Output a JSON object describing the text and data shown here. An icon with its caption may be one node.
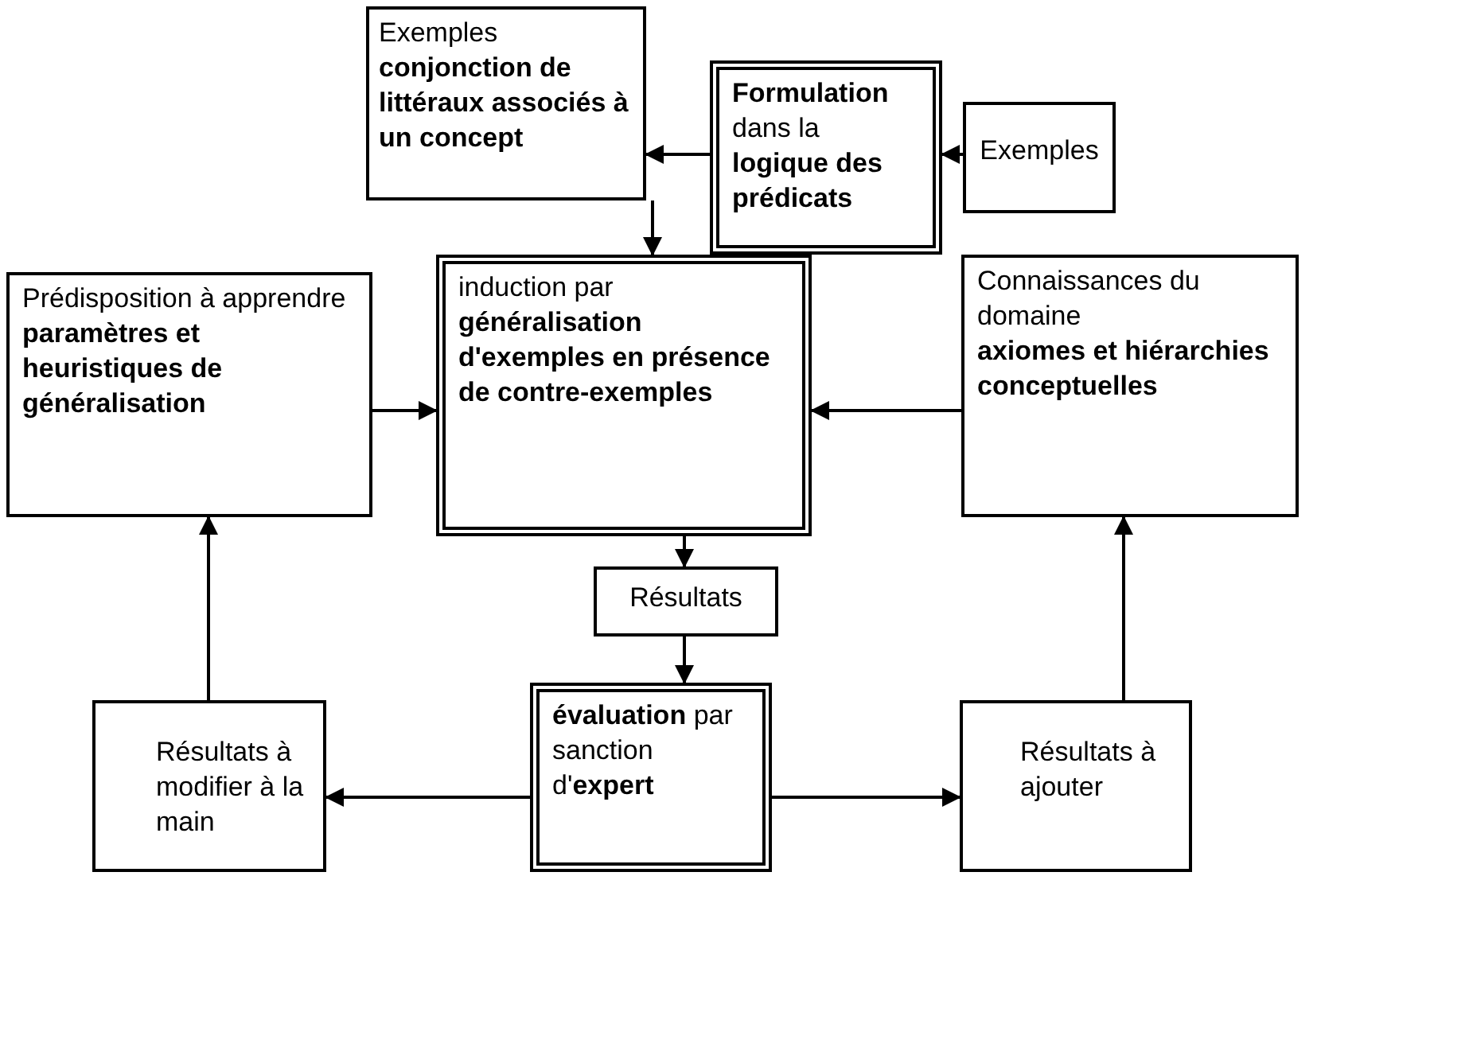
{
  "diagram": {
    "nodes": [
      {
        "text": [
          "Exemples",
          "conjonction de littéraux associés à un concept"
        ]
      },
      {
        "text": [
          "**Formulation** dans la **logique des prédicats**"
        ]
      },
      {
        "text": [
          "Exemples"
        ]
      },
      {
        "text": [
          "Prédisposition à apprendre",
          "paramètres et heuristiques de généralisation"
        ]
      },
      {
        "text": [
          "induction par **généralisation d'exemples en présence de contre-exemples**"
        ]
      },
      {
        "text": [
          "Connaissances du domaine",
          "axiomes et hiérarchies conceptuelles"
        ]
      },
      {
        "text": [
          "Résultats"
        ]
      },
      {
        "text": [
          "**évaluation** par sanction d'**expert**"
        ]
      },
      {
        "text": [
          "Résultats à modifier à la main"
        ]
      },
      {
        "text": [
          "Résultats à ajouter"
        ]
      }
    ],
    "edges": [
      {
        "from": 1,
        "to": 0,
        "arrow": "to"
      },
      {
        "from": 2,
        "to": 1,
        "arrow": "to"
      },
      {
        "from": 0,
        "to": 4,
        "arrow": "to"
      },
      {
        "from": 3,
        "to": 4,
        "arrow": "to"
      },
      {
        "from": 5,
        "to": 4,
        "arrow": "to"
      },
      {
        "from": 4,
        "to": 6,
        "arrow": "to"
      },
      {
        "from": 6,
        "to": 7,
        "arrow": "to"
      },
      {
        "from": 7,
        "to": 8,
        "arrow": "to"
      },
      {
        "from": 7,
        "to": 9,
        "arrow": "to"
      },
      {
        "from": 8,
        "to": 3,
        "arrow": "to"
      },
      {
        "from": 9,
        "to": 5,
        "arrow": "to"
      }
    ]
  }
}
